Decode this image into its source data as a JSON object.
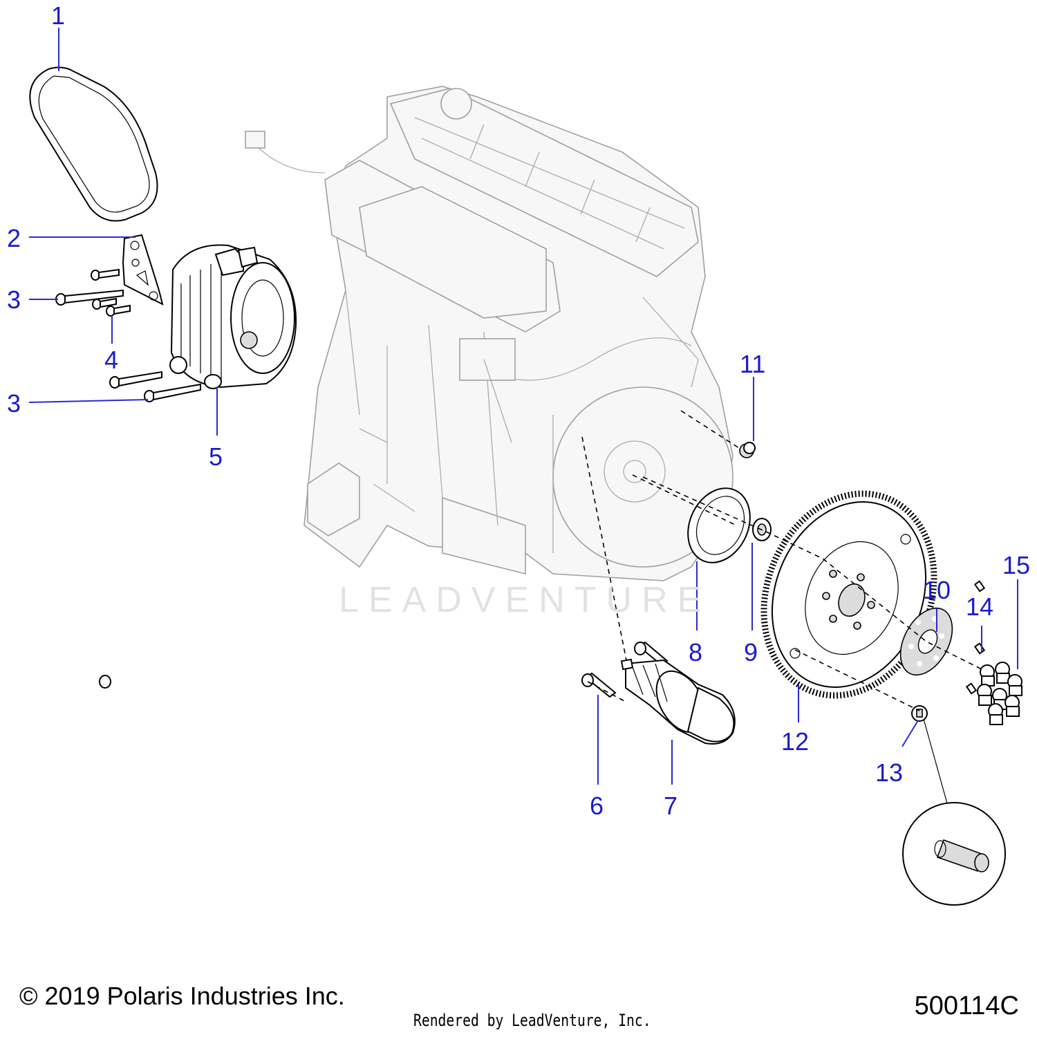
{
  "callouts": {
    "c1": "1",
    "c2": "2",
    "c3a": "3",
    "c3b": "3",
    "c4": "4",
    "c5": "5",
    "c6": "6",
    "c7": "7",
    "c8": "8",
    "c9": "9",
    "c10": "10",
    "c11": "11",
    "c12": "12",
    "c13": "13",
    "c14": "14",
    "c15": "15"
  },
  "watermark": "LEADVENTURE",
  "footer": {
    "copyright": "© 2019 Polaris Industries Inc.",
    "part_number": "500114C",
    "rendered_by": "Rendered by LeadVenture, Inc."
  }
}
